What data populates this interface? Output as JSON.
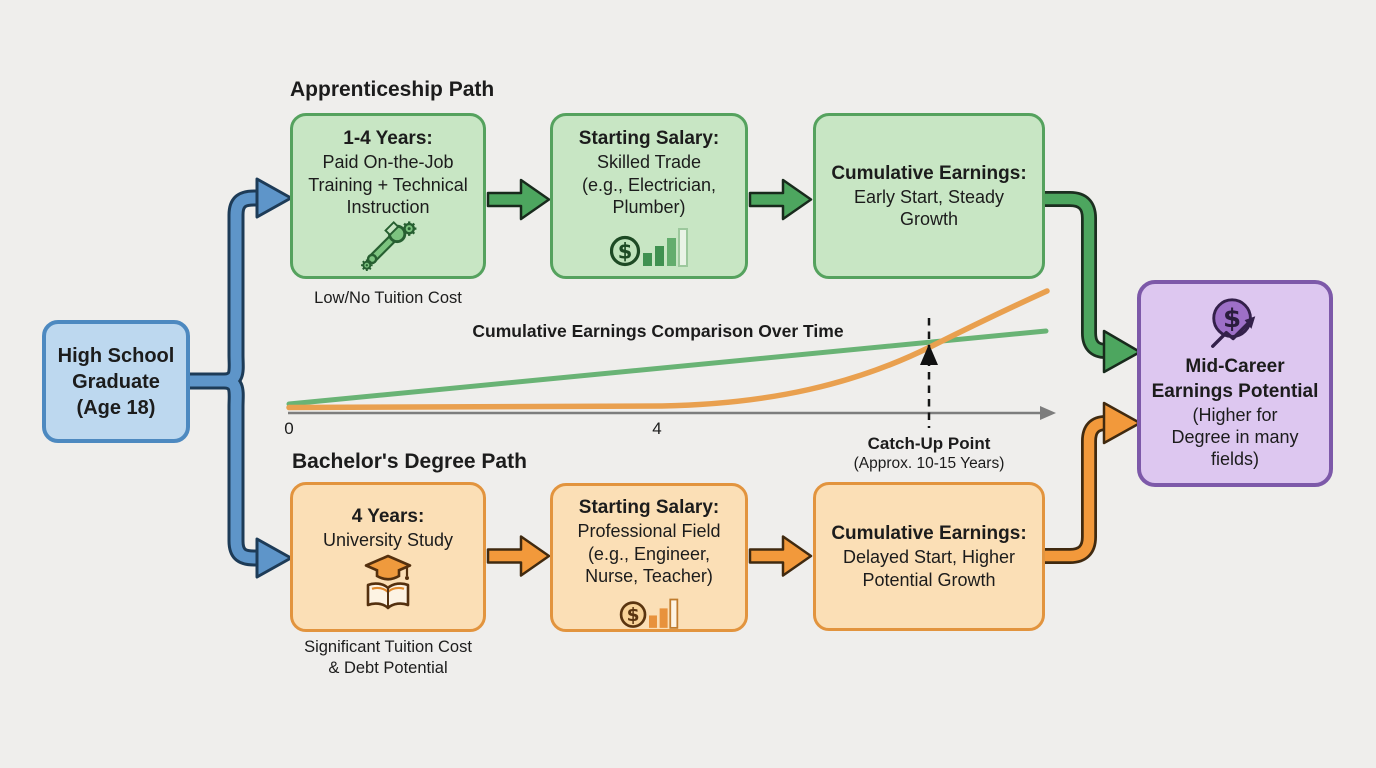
{
  "background_color": "#efeeec",
  "palette": {
    "blue_fill": "#bdd8ef",
    "blue_border": "#4d89c0",
    "blue_arrow": "#5e95c9",
    "green_fill": "#c8e6c4",
    "green_border": "#55a25e",
    "green_arrow": "#4da65f",
    "green_line": "#69b375",
    "orange_fill": "#fbdfb6",
    "orange_border": "#e2943e",
    "orange_arrow": "#f2993b",
    "orange_line": "#e9a04f",
    "purple_fill": "#ddc7f0",
    "purple_border": "#7d59a9",
    "text": "#1c1c1c"
  },
  "start_node": {
    "label": "High School\nGraduate\n(Age 18)"
  },
  "apprenticeship_path": {
    "heading": "Apprenticeship Path",
    "box1": {
      "title": "1-4 Years:",
      "body": "Paid On-the-Job\nTraining + Technical\nInstruction",
      "icon": "wrench-gears-icon"
    },
    "note": "Low/No Tuition Cost",
    "box2": {
      "title": "Starting Salary:",
      "body": "Skilled Trade\n(e.g., Electrician,\nPlumber)",
      "icon": "coin-bar-chart-icon"
    },
    "box3": {
      "title": "Cumulative Earnings:",
      "body": "Early Start, Steady\nGrowth"
    }
  },
  "bachelor_path": {
    "heading": "Bachelor's Degree Path",
    "box1": {
      "title": "4 Years:",
      "body": "University Study",
      "icon": "graduation-cap-book-icon"
    },
    "note": "Significant Tuition Cost\n& Debt Potential",
    "box2": {
      "title": "Starting Salary:",
      "body": "Professional Field\n(e.g., Engineer,\nNurse, Teacher)",
      "icon": "coin-bar-chart-icon"
    },
    "box3": {
      "title": "Cumulative Earnings:",
      "body": "Delayed Start, Higher\nPotential Growth"
    }
  },
  "end_node": {
    "title": "Mid-Career\nEarnings Potential",
    "subtitle": "(Higher for\nDegree in many\nfields)",
    "icon": "coin-trend-up-icon"
  },
  "chart": {
    "title": "Cumulative Earnings Comparison Over Time",
    "x_tick_0": "0",
    "x_tick_4": "4",
    "annotation_title": "Catch-Up Point",
    "annotation_subtitle": "(Approx. 10-15 Years)"
  },
  "icons": {
    "dollar_symbol": "$"
  },
  "chart_data": {
    "type": "line",
    "title": "Cumulative Earnings Comparison Over Time",
    "x_axis": {
      "ticks_labeled": [
        0,
        4
      ],
      "units": "years (illustrative)",
      "arrow_at_right": true
    },
    "y_axis": {
      "label": "cumulative earnings (relative, unlabeled)",
      "visible_axis_line": false
    },
    "grid": false,
    "legend": false,
    "series": [
      {
        "name": "Apprenticeship Path",
        "color": "#69b375",
        "x_years": [
          0,
          2,
          4,
          6,
          8
        ],
        "y_relative": [
          0.05,
          0.2,
          0.35,
          0.51,
          0.66
        ],
        "shape": "steady linear growth from age 18"
      },
      {
        "name": "Bachelor's Degree Path",
        "color": "#e9a04f",
        "x_years": [
          0,
          4,
          5,
          6,
          7,
          8
        ],
        "y_relative": [
          0.03,
          0.04,
          0.12,
          0.3,
          0.62,
          1.0
        ],
        "shape": "flat near zero until year 4, then accelerating, overtakes apprenticeship line"
      }
    ],
    "annotations": [
      {
        "label": "Catch-Up Point (Approx. 10-15 Years)",
        "marker": "black dashed vertical line with upward arrowhead at the intersection of the two lines"
      }
    ]
  }
}
